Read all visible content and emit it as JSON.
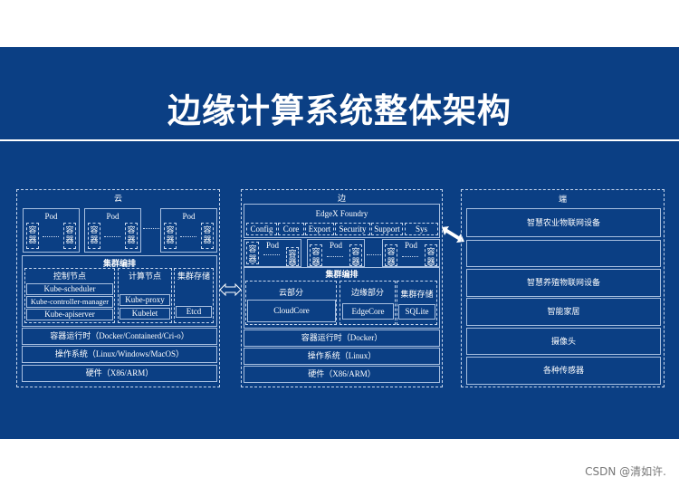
{
  "title": "边缘计算系统整体架构",
  "watermark": "CSDN @清如许.",
  "colors": {
    "background": "#0b3f84",
    "border": "#a9c0e0",
    "text": "#ffffff"
  },
  "cloud": {
    "title": "云",
    "pod_label": "Pod",
    "container_label": "容器",
    "orchestration": "集群编排",
    "control_node": "控制节点",
    "compute_node": "计算节点",
    "storage": "集群存储",
    "scheduler": "Kube-scheduler",
    "controller": "Kube-controller-manager",
    "apiserver": "Kube-apiserver",
    "proxy": "Kube-proxy",
    "kubelet": "Kubelet",
    "etcd": "Etcd",
    "runtime": "容器运行时（Docker/Containerd/Cri-o）",
    "os": "操作系统（Linux/Windows/MacOS）",
    "hardware": "硬件（X86/ARM）"
  },
  "edge": {
    "title": "边",
    "edgex": "EdgeX Foundry",
    "modules": [
      "Config",
      "Core",
      "Export",
      "Security",
      "Support",
      "Sys"
    ],
    "pod_label": "Pod",
    "container_label": "容器",
    "orchestration": "集群编排",
    "cloud_part": "云部分",
    "edge_part": "边缘部分",
    "storage": "集群存储",
    "cloudcore": "CloudCore",
    "edgecore": "EdgeCore",
    "sqlite": "SQLite",
    "runtime": "容器运行时（Docker）",
    "os": "操作系统（Linux）",
    "hardware": "硬件（X86/ARM）"
  },
  "device": {
    "title": "端",
    "items": [
      "智慧农业物联网设备",
      "",
      "智慧养殖物联网设备",
      "智能家居",
      "摄像头",
      "各种传感器"
    ]
  },
  "icons": {
    "cloud_edge_arrow": "double-arrow-outline",
    "edge_device_arrow": "double-arrow-filled"
  }
}
